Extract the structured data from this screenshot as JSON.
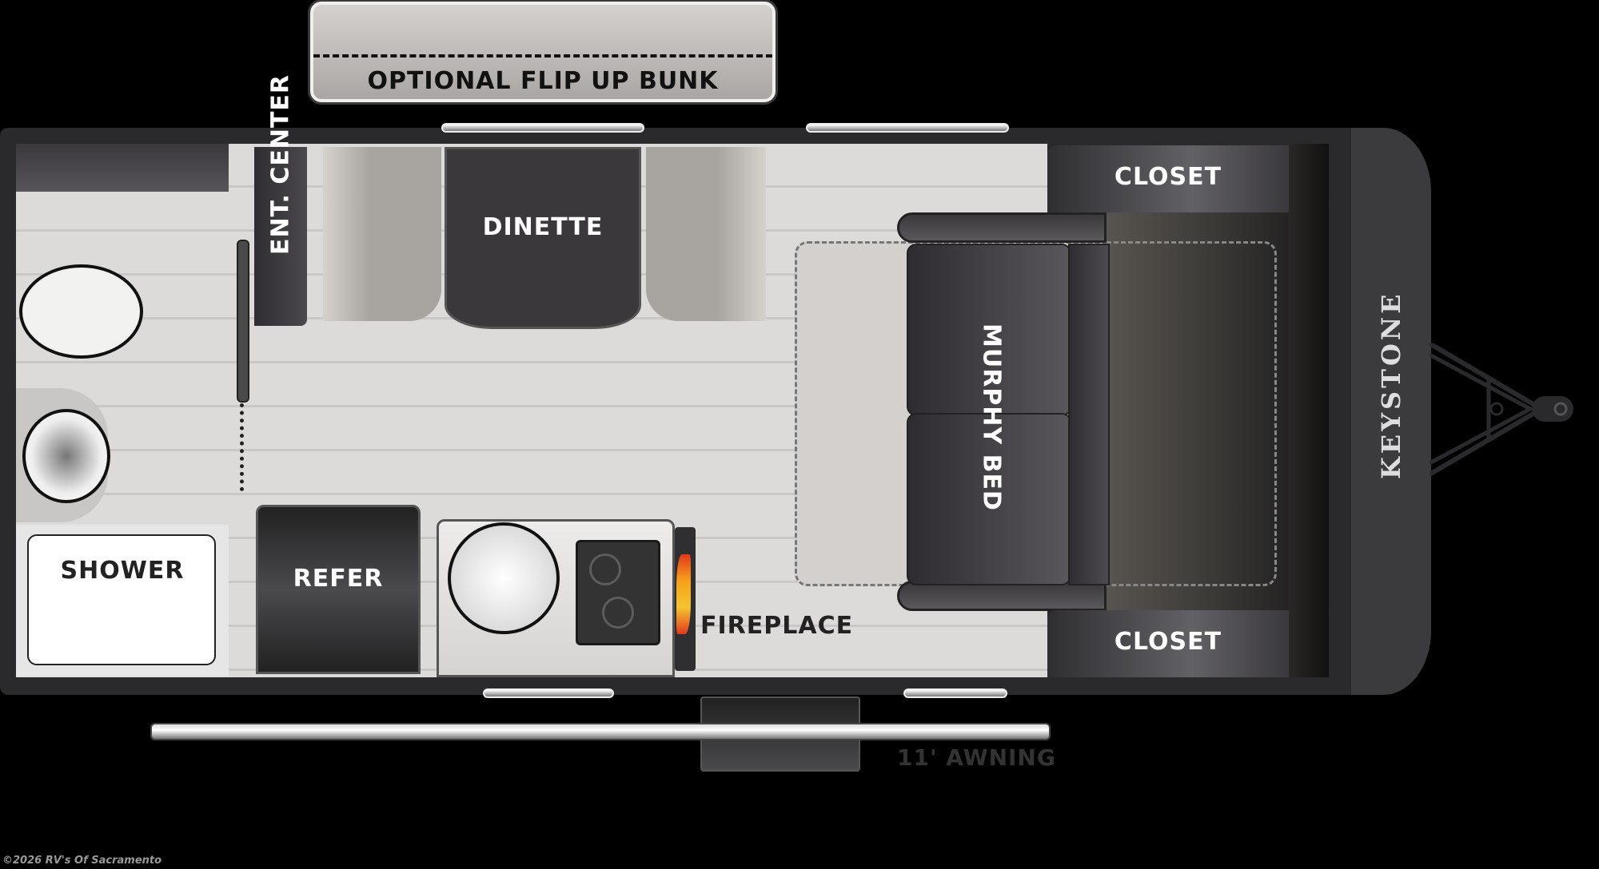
{
  "floorplan": {
    "brand": "KEYSTONE",
    "rooms": {
      "optional_bunk": "OPTIONAL FLIP UP BUNK",
      "ent_center": "ENT. CENTER",
      "dinette": "DINETTE",
      "shower": "SHOWER",
      "refer": "REFER",
      "fireplace": "FIREPLACE",
      "murphy_bed": "MURPHY BED",
      "closet_top": "CLOSET",
      "closet_bottom": "CLOSET"
    },
    "awning": "11' AWNING"
  },
  "footer": {
    "credit": "©2026 RV's Of Sacramento"
  },
  "colors": {
    "background": "#000000",
    "shell": "#2a292b",
    "floor": "#dcdbda",
    "flame": "#f7a11a"
  }
}
